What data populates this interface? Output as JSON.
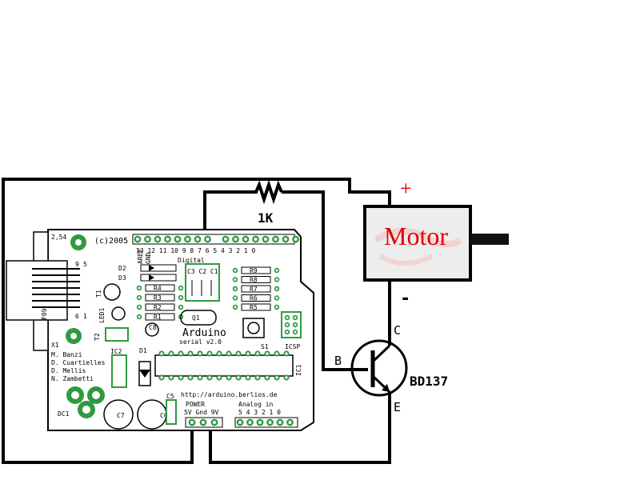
{
  "resistor": {
    "label": "1K"
  },
  "motor": {
    "label": "Motor",
    "plus": "+",
    "minus": "-",
    "color": "#e00000"
  },
  "transistor": {
    "part": "BD137",
    "base": "B",
    "collector": "C",
    "emitter": "E"
  },
  "arduino": {
    "pitch": "2,54",
    "year": "(c)2005",
    "pins_digital": "13 12 11 10 9 8   7 6 5 4 3 2 1 0",
    "digital_label": "Digital",
    "aref": "AREF",
    "gnd": "GND",
    "d2": "D2",
    "d3": "D3",
    "r_left": [
      "R4",
      "R3",
      "R2",
      "R1"
    ],
    "r_right": [
      "R9",
      "R8",
      "R7",
      "R6",
      "R5"
    ],
    "caps": "C3 C2 C1",
    "t1": "T1",
    "led1": "LED1",
    "t2": "T2",
    "q1": "Q1",
    "c8": "C8",
    "title": "Arduino",
    "version": "serial v2.0",
    "s1": "S1",
    "icsp": "ICSP",
    "ic1": "IC1",
    "ic2": "IC2",
    "d1": "D1",
    "c5": "C5",
    "c6": "C6",
    "c7": "C7",
    "url": "http://arduino.berlios.de",
    "power": "POWER",
    "power_pins": "5V Gnd 9V",
    "analog_label": "Analog in",
    "analog_pins": "5 4 3 2 1 0",
    "x1": "X1",
    "f09": "F09",
    "conn_9": "9",
    "conn_6": "6",
    "conn_5": "5",
    "conn_1": "1",
    "credits": [
      "M. Banzi",
      "D. Cuartielles",
      "D. Mellis",
      "N. Zambetti"
    ],
    "dc1": "DC1"
  }
}
